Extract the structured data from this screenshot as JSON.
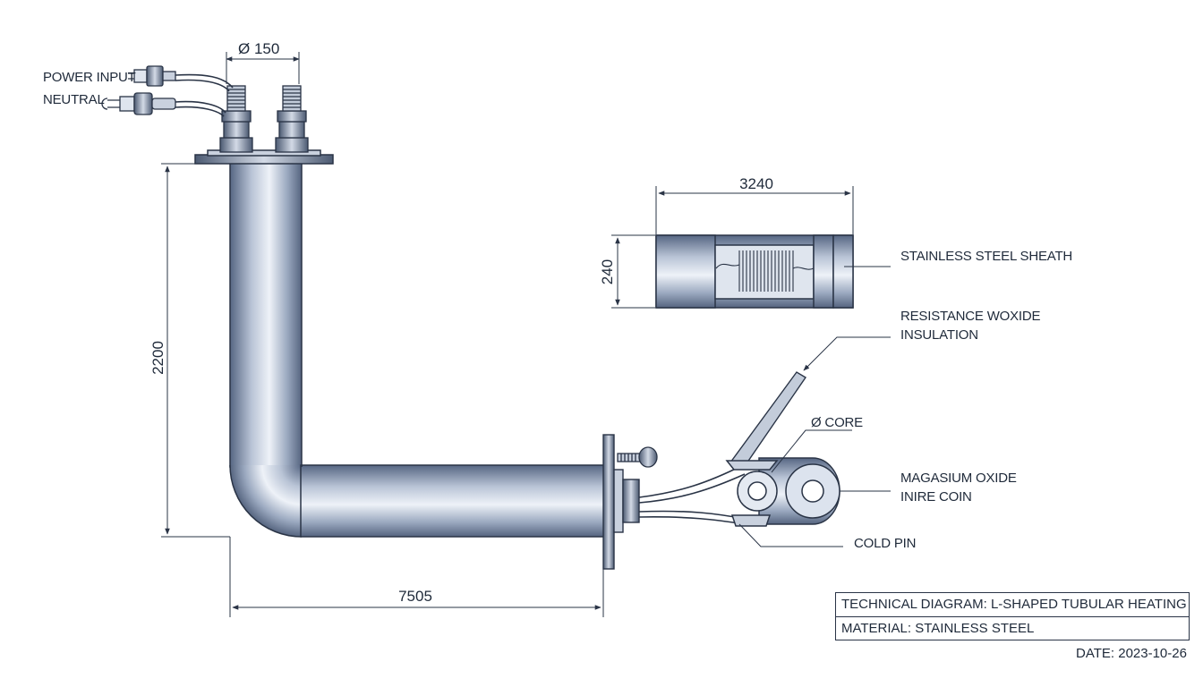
{
  "labels": {
    "power_input": "POWER INPUT",
    "neutral": "NEUTRAL",
    "sheath": "STAINLESS STEEL SHEATH",
    "resistance_line1": "RESISTANCE WOXIDE",
    "resistance_line2": "INSULATION",
    "core": "Ø CORE",
    "magnesium_line1": "MAGASIUM OXIDE",
    "magnesium_line2": "INIRE COIN",
    "cold_pin": "COLD PIN"
  },
  "dimensions": {
    "terminal_spacing": "Ø 150",
    "vertical_length": "2200",
    "horizontal_length": "7505",
    "section_length": "3240",
    "section_diameter": "240"
  },
  "title_block": {
    "title": "TECHNICAL DIAGRAM: L-SHAPED TUBULAR HEATING ELEMENT",
    "material": "MATERIAL: STAINLESS STEEL",
    "date": "DATE: 2023-10-26"
  },
  "colors": {
    "line": "#2a3446",
    "metal_dark": "#5f6f88",
    "metal_light": "#e9eef6"
  }
}
